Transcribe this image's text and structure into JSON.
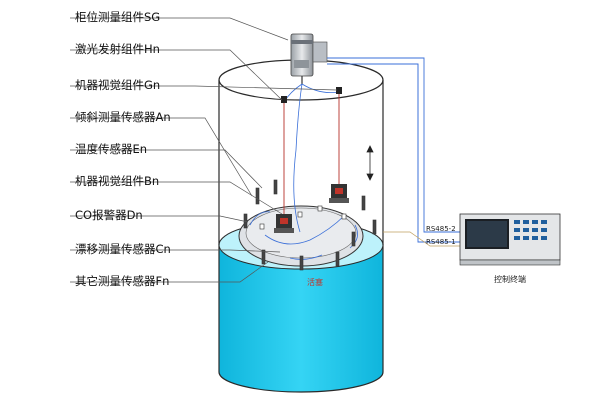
{
  "labels": [
    {
      "id": "cabinet",
      "text": "柜位测量组件SG"
    },
    {
      "id": "laser",
      "text": "激光发射组件Hn"
    },
    {
      "id": "vision_g",
      "text": "机器视觉组件Gn"
    },
    {
      "id": "tilt",
      "text": "倾斜测量传感器An"
    },
    {
      "id": "temp",
      "text": "温度传感器En"
    },
    {
      "id": "vision_b",
      "text": "机器视觉组件Bn"
    },
    {
      "id": "co",
      "text": "CO报警器Dn"
    },
    {
      "id": "drift",
      "text": "漂移测量传感器Cn"
    },
    {
      "id": "other",
      "text": "其它测量传感器Fn"
    }
  ],
  "bus": {
    "rs485_2": "RS485-2",
    "rs485_1": "RS485-1"
  },
  "terminal": {
    "label": "控制终端"
  },
  "base_label": "活塞",
  "colors": {
    "water": "#1fc8ec",
    "bus_line": "#3a6fd8",
    "label_line": "#555555"
  }
}
